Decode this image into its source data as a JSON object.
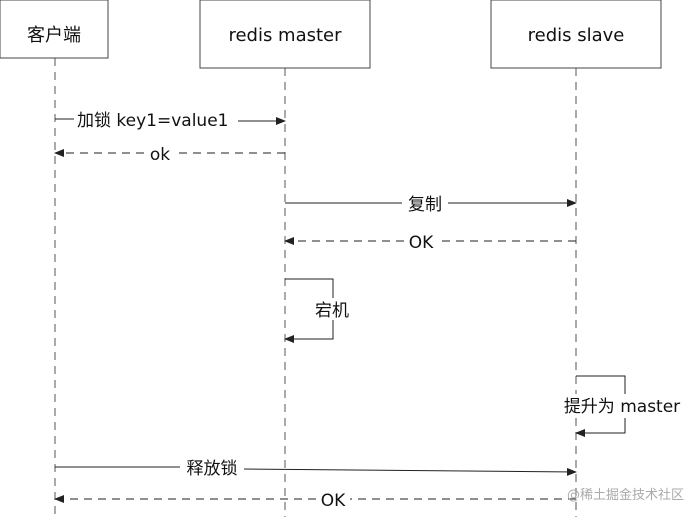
{
  "participants": [
    {
      "name": "客户端"
    },
    {
      "name": "redis master"
    },
    {
      "name": "redis slave"
    }
  ],
  "messages": [
    {
      "from": "客户端",
      "to": "redis master",
      "label": "加锁 key1=value1",
      "style": "solid"
    },
    {
      "from": "redis master",
      "to": "客户端",
      "label": "ok",
      "style": "dashed"
    },
    {
      "from": "redis master",
      "to": "redis slave",
      "label": "复制",
      "style": "solid"
    },
    {
      "from": "redis slave",
      "to": "redis master",
      "label": "OK",
      "style": "dashed"
    },
    {
      "from": "redis master",
      "to": "redis master",
      "label": "宕机",
      "style": "self"
    },
    {
      "from": "redis slave",
      "to": "redis slave",
      "label": "提升为 master",
      "style": "self"
    },
    {
      "from": "客户端",
      "to": "redis slave",
      "label": "释放锁",
      "style": "solid"
    },
    {
      "from": "redis slave",
      "to": "客户端",
      "label": "OK",
      "style": "dashed"
    }
  ],
  "watermark": "@稀土掘金技术社区",
  "colors": {
    "line": "#222222",
    "box_border": "#444444",
    "watermark": "#aaaaaa"
  }
}
